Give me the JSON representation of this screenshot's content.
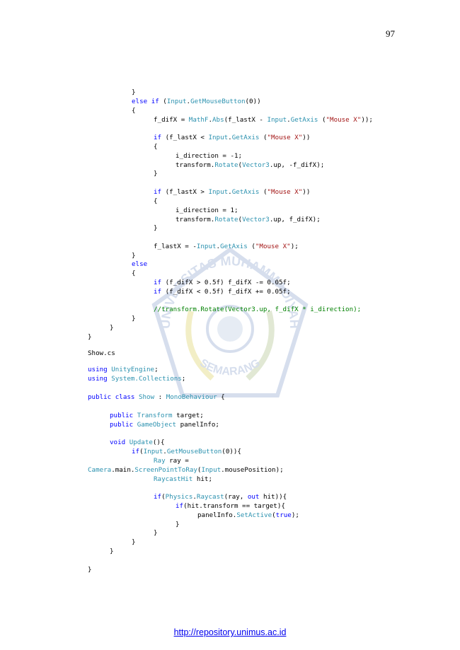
{
  "page": {
    "number": "97",
    "footer_link": "http://repository.unimus.ac.id"
  },
  "watermark": {
    "top_text": "UNIVERSITAS MUHAMMADIYAH",
    "bottom_text": "SEMARANG",
    "colors": {
      "ring": "#4a6fb0",
      "leaves": "#c8b400"
    }
  },
  "code_lines": [
    [
      {
        "t": "}",
        "c": "plain"
      }
    ],
    [
      {
        "t": "else",
        "c": "kw"
      },
      {
        "t": " ",
        "c": "plain"
      },
      {
        "t": "if",
        "c": "kw"
      },
      {
        "t": " (",
        "c": "plain"
      },
      {
        "t": "Input",
        "c": "ty"
      },
      {
        "t": ".",
        "c": "plain"
      },
      {
        "t": "GetMouseButton",
        "c": "ty"
      },
      {
        "t": "(0))",
        "c": "plain"
      }
    ],
    [
      {
        "t": "{",
        "c": "plain"
      }
    ],
    [
      {
        "t": "f_difX = ",
        "c": "plain"
      },
      {
        "t": "MathF",
        "c": "ty"
      },
      {
        "t": ".",
        "c": "plain"
      },
      {
        "t": "Abs",
        "c": "ty"
      },
      {
        "t": "(f_lastX - ",
        "c": "plain"
      },
      {
        "t": "Input",
        "c": "ty"
      },
      {
        "t": ".",
        "c": "plain"
      },
      {
        "t": "GetAxis",
        "c": "ty"
      },
      {
        "t": " (",
        "c": "plain"
      },
      {
        "t": "\"Mouse X\"",
        "c": "str"
      },
      {
        "t": "));",
        "c": "plain"
      }
    ],
    [
      {
        "t": "if",
        "c": "kw"
      },
      {
        "t": " (f_lastX < ",
        "c": "plain"
      },
      {
        "t": "Input",
        "c": "ty"
      },
      {
        "t": ".",
        "c": "plain"
      },
      {
        "t": "GetAxis",
        "c": "ty"
      },
      {
        "t": " (",
        "c": "plain"
      },
      {
        "t": "\"Mouse X\"",
        "c": "str"
      },
      {
        "t": "))",
        "c": "plain"
      }
    ],
    [
      {
        "t": "{",
        "c": "plain"
      }
    ],
    [
      {
        "t": "i_direction = -1;",
        "c": "plain"
      }
    ],
    [
      {
        "t": "transform.",
        "c": "plain"
      },
      {
        "t": "Rotate",
        "c": "ty"
      },
      {
        "t": "(",
        "c": "plain"
      },
      {
        "t": "Vector3",
        "c": "ty"
      },
      {
        "t": ".up, -f_difX);",
        "c": "plain"
      }
    ],
    [
      {
        "t": "}",
        "c": "plain"
      }
    ],
    [
      {
        "t": "if",
        "c": "kw"
      },
      {
        "t": " (f_lastX > ",
        "c": "plain"
      },
      {
        "t": "Input",
        "c": "ty"
      },
      {
        "t": ".",
        "c": "plain"
      },
      {
        "t": "GetAxis",
        "c": "ty"
      },
      {
        "t": " (",
        "c": "plain"
      },
      {
        "t": "\"Mouse X\"",
        "c": "str"
      },
      {
        "t": "))",
        "c": "plain"
      }
    ],
    [
      {
        "t": "{",
        "c": "plain"
      }
    ],
    [
      {
        "t": "i_direction = 1;",
        "c": "plain"
      }
    ],
    [
      {
        "t": "transform.",
        "c": "plain"
      },
      {
        "t": "Rotate",
        "c": "ty"
      },
      {
        "t": "(",
        "c": "plain"
      },
      {
        "t": "Vector3",
        "c": "ty"
      },
      {
        "t": ".up, f_difX);",
        "c": "plain"
      }
    ],
    [
      {
        "t": "}",
        "c": "plain"
      }
    ],
    [
      {
        "t": "f_lastX = -",
        "c": "plain"
      },
      {
        "t": "Input",
        "c": "ty"
      },
      {
        "t": ".",
        "c": "plain"
      },
      {
        "t": "GetAxis",
        "c": "ty"
      },
      {
        "t": " (",
        "c": "plain"
      },
      {
        "t": "\"Mouse X\"",
        "c": "str"
      },
      {
        "t": ");",
        "c": "plain"
      }
    ],
    [
      {
        "t": "}",
        "c": "plain"
      }
    ],
    [
      {
        "t": "else",
        "c": "kw"
      }
    ],
    [
      {
        "t": "{",
        "c": "plain"
      }
    ],
    [
      {
        "t": "if",
        "c": "kw"
      },
      {
        "t": " (f_difX > 0.5f) f_difX -= 0.05f;",
        "c": "plain"
      }
    ],
    [
      {
        "t": "if",
        "c": "kw"
      },
      {
        "t": " (f_difX < 0.5f) f_difX += 0.05f;",
        "c": "plain"
      }
    ],
    [
      {
        "t": "//transform.Rotate(Vector3.up, f_difX * i_direction);",
        "c": "cm"
      }
    ],
    [
      {
        "t": "}",
        "c": "plain"
      }
    ],
    [
      {
        "t": "}",
        "c": "plain"
      }
    ],
    [
      {
        "t": "}",
        "c": "plain"
      }
    ],
    [
      {
        "t": "Show.cs",
        "c": "plain"
      }
    ],
    [
      {
        "t": "using",
        "c": "kw"
      },
      {
        "t": " ",
        "c": "plain"
      },
      {
        "t": "UnityEngine",
        "c": "ty"
      },
      {
        "t": ";",
        "c": "plain"
      }
    ],
    [
      {
        "t": "using",
        "c": "kw"
      },
      {
        "t": " ",
        "c": "plain"
      },
      {
        "t": "System.Collections",
        "c": "ty"
      },
      {
        "t": ";",
        "c": "plain"
      }
    ],
    [
      {
        "t": "public",
        "c": "kw"
      },
      {
        "t": " ",
        "c": "plain"
      },
      {
        "t": "class",
        "c": "kw"
      },
      {
        "t": " ",
        "c": "plain"
      },
      {
        "t": "Show",
        "c": "ty"
      },
      {
        "t": " : ",
        "c": "plain"
      },
      {
        "t": "MonoBehaviour",
        "c": "ty"
      },
      {
        "t": " {",
        "c": "plain"
      }
    ],
    [
      {
        "t": "public",
        "c": "kw"
      },
      {
        "t": " ",
        "c": "plain"
      },
      {
        "t": "Transform",
        "c": "ty"
      },
      {
        "t": " target;",
        "c": "plain"
      }
    ],
    [
      {
        "t": "public",
        "c": "kw"
      },
      {
        "t": " ",
        "c": "plain"
      },
      {
        "t": "GameObject",
        "c": "ty"
      },
      {
        "t": " panelInfo;",
        "c": "plain"
      }
    ],
    [
      {
        "t": "void",
        "c": "kw"
      },
      {
        "t": " ",
        "c": "plain"
      },
      {
        "t": "Update",
        "c": "ty"
      },
      {
        "t": "(){",
        "c": "plain"
      }
    ],
    [
      {
        "t": "if",
        "c": "kw"
      },
      {
        "t": "(",
        "c": "plain"
      },
      {
        "t": "Input",
        "c": "ty"
      },
      {
        "t": ".",
        "c": "plain"
      },
      {
        "t": "GetMouseButton",
        "c": "ty"
      },
      {
        "t": "(0)){",
        "c": "plain"
      }
    ],
    [
      {
        "t": "Ray",
        "c": "ty"
      },
      {
        "t": " ray =",
        "c": "plain"
      }
    ],
    [
      {
        "t": "Camera",
        "c": "ty"
      },
      {
        "t": ".main.",
        "c": "plain"
      },
      {
        "t": "ScreenPointToRay",
        "c": "ty"
      },
      {
        "t": "(",
        "c": "plain"
      },
      {
        "t": "Input",
        "c": "ty"
      },
      {
        "t": ".mousePosition);",
        "c": "plain"
      }
    ],
    [
      {
        "t": "RaycastHit",
        "c": "ty"
      },
      {
        "t": " hit;",
        "c": "plain"
      }
    ],
    [
      {
        "t": "if",
        "c": "kw"
      },
      {
        "t": "(",
        "c": "plain"
      },
      {
        "t": "Physics",
        "c": "ty"
      },
      {
        "t": ".",
        "c": "plain"
      },
      {
        "t": "Raycast",
        "c": "ty"
      },
      {
        "t": "(ray, ",
        "c": "plain"
      },
      {
        "t": "out",
        "c": "kw"
      },
      {
        "t": " hit)){",
        "c": "plain"
      }
    ],
    [
      {
        "t": "if",
        "c": "kw"
      },
      {
        "t": "(hit.transform == target){",
        "c": "plain"
      }
    ],
    [
      {
        "t": "panelInfo.",
        "c": "plain"
      },
      {
        "t": "SetActive",
        "c": "ty"
      },
      {
        "t": "(",
        "c": "plain"
      },
      {
        "t": "true",
        "c": "kw"
      },
      {
        "t": ");",
        "c": "plain"
      }
    ],
    [
      {
        "t": "}",
        "c": "plain"
      }
    ],
    [
      {
        "t": "}",
        "c": "plain"
      }
    ],
    [
      {
        "t": "}",
        "c": "plain"
      }
    ],
    [
      {
        "t": "}",
        "c": "plain"
      }
    ],
    [
      {
        "t": "}",
        "c": "plain"
      }
    ]
  ]
}
